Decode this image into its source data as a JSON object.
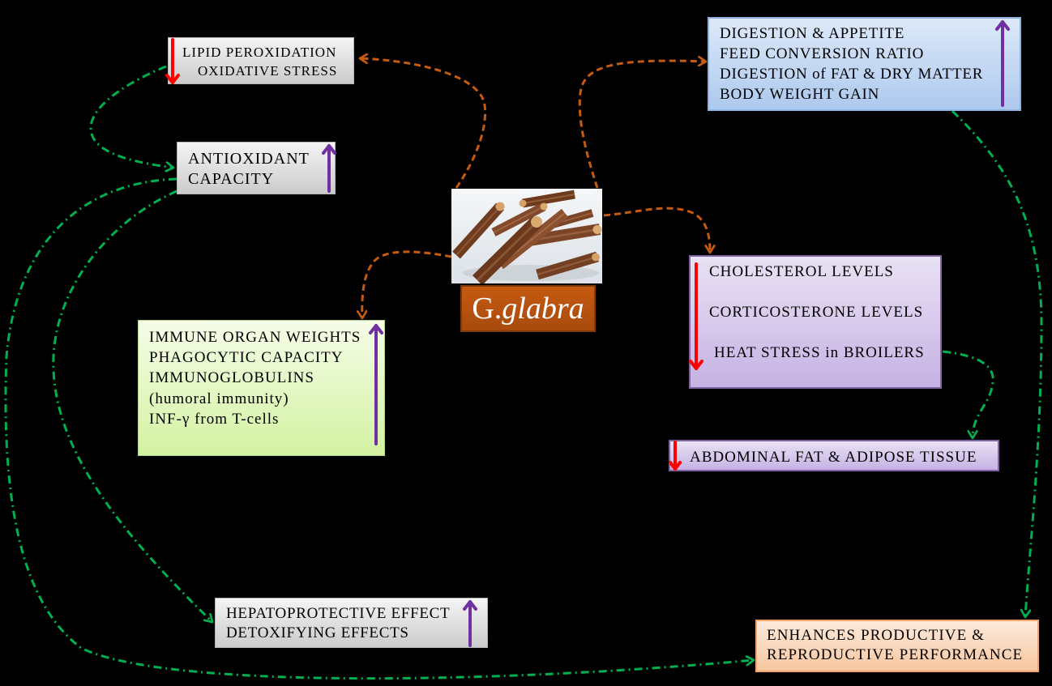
{
  "colors": {
    "background": "#000000",
    "brown_connector": "#C55A11",
    "green_connector": "#00B050",
    "decrease_arrow": "#FF0000",
    "increase_arrow": "#7030A0",
    "center_label_fill": "#C55A11",
    "center_label_text": "#FFFFFF"
  },
  "center": {
    "image_icon": "licorice-roots-photo",
    "label_prefix": "G.",
    "label_italic": "glabra"
  },
  "lipid_box": {
    "trend_icon": "down-arrow-icon",
    "lines": [
      "LIPID PEROXIDATION",
      "OXIDATIVE STRESS"
    ]
  },
  "antioxidant_box": {
    "trend_icon": "up-arrow-icon",
    "lines": [
      "ANTIOXIDANT",
      "CAPACITY"
    ]
  },
  "digestion_box": {
    "trend_icon": "up-arrow-icon",
    "lines": [
      "DIGESTION & APPETITE",
      "FEED CONVERSION RATIO",
      "DIGESTION of FAT & DRY MATTER",
      "BODY WEIGHT GAIN"
    ]
  },
  "immune_box": {
    "trend_icon": "up-arrow-icon",
    "lines": [
      "IMMUNE ORGAN WEIGHTS",
      "PHAGOCYTIC CAPACITY",
      "IMMUNOGLOBULINS",
      "(humoral immunity)",
      "INF-γ from T-cells"
    ]
  },
  "cholesterol_box": {
    "trend_icon": "down-arrow-icon",
    "lines": [
      "CHOLESTEROL LEVELS",
      "CORTICOSTERONE LEVELS",
      "HEAT STRESS in BROILERS"
    ]
  },
  "abdominal_fat_box": {
    "trend_icon": "down-arrow-icon",
    "lines": [
      "ABDOMINAL FAT & ADIPOSE TISSUE"
    ]
  },
  "hepatic_box": {
    "trend_icon": "up-arrow-icon",
    "lines": [
      "HEPATOPROTECTIVE EFFECT",
      "DETOXIFYING EFFECTS"
    ]
  },
  "performance_box": {
    "lines": [
      "ENHANCES PRODUCTIVE &",
      "REPRODUCTIVE PERFORMANCE"
    ]
  }
}
